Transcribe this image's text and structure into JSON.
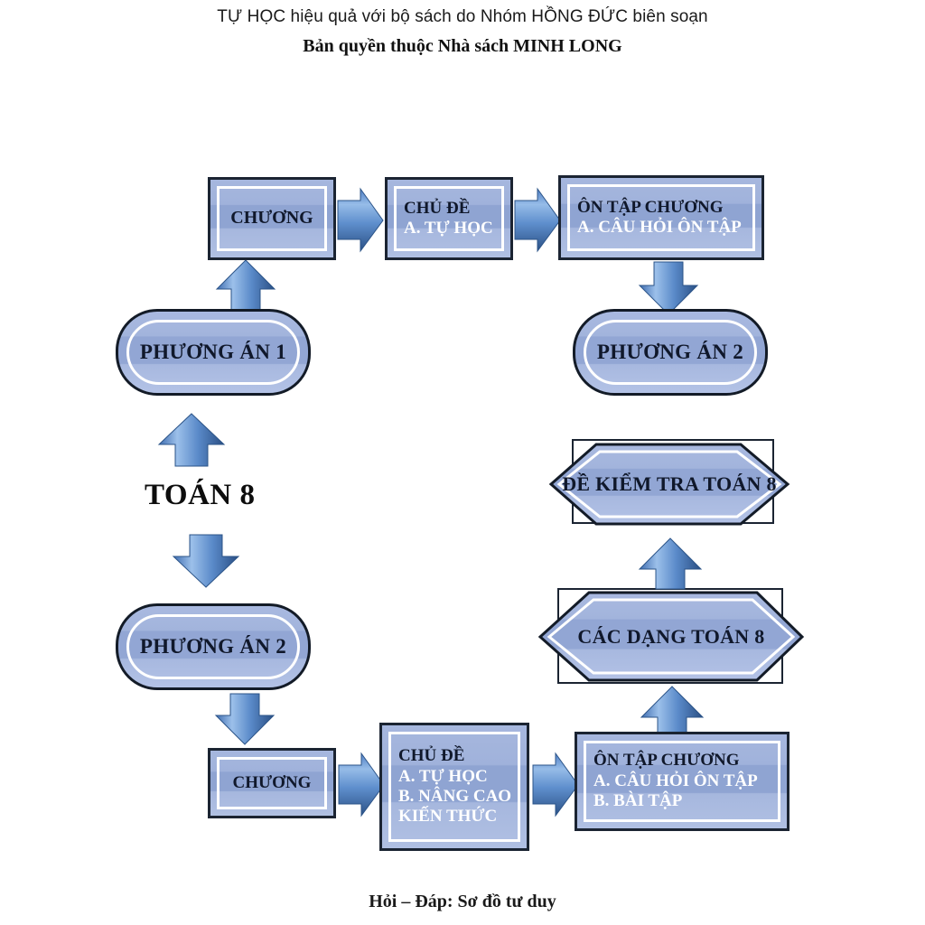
{
  "header": {
    "line1": "TỰ HỌC hiệu quả với bộ sách do Nhóm HỒNG ĐỨC biên soạn",
    "line2": "Bản quyền thuộc Nhà sách MINH LONG"
  },
  "footer": {
    "caption": "Hỏi – Đáp: Sơ đồ tư duy"
  },
  "center": {
    "label": "TOÁN 8"
  },
  "colors": {
    "node_fill_light": "#a6b7de",
    "node_fill_mid": "#8fa4d2",
    "node_border": "#1b2432",
    "inner_border": "#ffffff",
    "arrow_dark": "#2f5597",
    "arrow_light": "#8fb4e3",
    "text_dark": "#10182b",
    "text_light": "#ffffff"
  },
  "nodes": {
    "top_chuong": {
      "lines": [
        {
          "text": "CHƯƠNG",
          "style": "dark"
        }
      ]
    },
    "top_chude": {
      "lines": [
        {
          "text": "CHỦ ĐỀ",
          "style": "dark"
        },
        {
          "text": "A. TỰ HỌC",
          "style": "light"
        }
      ]
    },
    "top_ontap": {
      "lines": [
        {
          "text": "ÔN TẬP CHƯƠNG",
          "style": "dark"
        },
        {
          "text": "A. CÂU HỎI ÔN TẬP",
          "style": "light"
        }
      ]
    },
    "phuongan1": {
      "label": "PHƯƠNG ÁN 1"
    },
    "phuongan2_right": {
      "label": "PHƯƠNG ÁN 2"
    },
    "phuongan2_left": {
      "label": "PHƯƠNG ÁN 2"
    },
    "dekiemtra": {
      "label": "ĐỀ KIỂM TRA TOÁN 8"
    },
    "cacdang": {
      "label": "CÁC DẠNG TOÁN 8"
    },
    "bottom_chuong": {
      "lines": [
        {
          "text": "CHƯƠNG",
          "style": "dark"
        }
      ]
    },
    "bottom_chude": {
      "lines": [
        {
          "text": "CHỦ ĐỀ",
          "style": "dark"
        },
        {
          "text": "A. TỰ HỌC",
          "style": "light"
        },
        {
          "text": "B. NÂNG CAO",
          "style": "light"
        },
        {
          "text": "KIẾN THỨC",
          "style": "light"
        }
      ]
    },
    "bottom_ontap": {
      "lines": [
        {
          "text": "ÔN TẬP CHƯƠNG",
          "style": "dark"
        },
        {
          "text": "A. CÂU HỎI ÔN TẬP",
          "style": "light"
        },
        {
          "text": "B. BÀI TẬP",
          "style": "light"
        }
      ]
    }
  },
  "arrows": [
    {
      "name": "arrow-chuong-to-chude",
      "direction": "right"
    },
    {
      "name": "arrow-chude-to-ontap",
      "direction": "right"
    },
    {
      "name": "arrow-phuongan1-to-chuong",
      "direction": "up"
    },
    {
      "name": "arrow-ontap-to-phuongan2",
      "direction": "down"
    },
    {
      "name": "arrow-toan8-to-phuongan1",
      "direction": "up"
    },
    {
      "name": "arrow-toan8-to-phuongan2",
      "direction": "down"
    },
    {
      "name": "arrow-cacdang-to-dekiemtra",
      "direction": "up"
    },
    {
      "name": "arrow-phuongan2-to-chuong",
      "direction": "down"
    },
    {
      "name": "arrow-bottom-chuong-to-chude",
      "direction": "right"
    },
    {
      "name": "arrow-bottom-chude-to-ontap",
      "direction": "right"
    },
    {
      "name": "arrow-bottom-ontap-to-cacdang",
      "direction": "up"
    }
  ]
}
